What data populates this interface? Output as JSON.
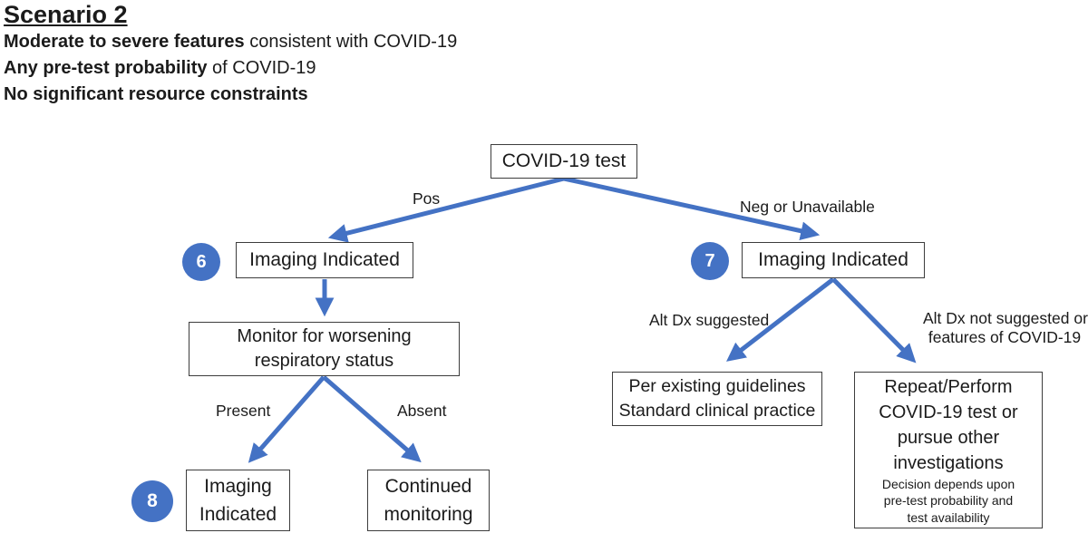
{
  "colors": {
    "accent": "#4472C4"
  },
  "header": {
    "title": "Scenario 2",
    "lines": [
      {
        "bold": "Moderate to severe features",
        "rest": " consistent with COVID-19"
      },
      {
        "bold": "Any pre-test probability",
        "rest": " of COVID-19"
      },
      {
        "bold": "No significant resource constraints",
        "rest": ""
      }
    ]
  },
  "nodes": {
    "covid_test": {
      "label": "COVID-19 test"
    },
    "imaging_left": {
      "badge": "6",
      "label": "Imaging Indicated"
    },
    "monitor": {
      "line1": "Monitor for worsening",
      "line2": "respiratory status"
    },
    "imaging_bottom": {
      "badge": "8",
      "line1": "Imaging",
      "line2": "Indicated"
    },
    "continued": {
      "line1": "Continued",
      "line2": "monitoring"
    },
    "imaging_right": {
      "badge": "7",
      "label": "Imaging Indicated"
    },
    "guidelines": {
      "line1": "Per existing guidelines",
      "line2": "Standard clinical practice"
    },
    "repeat": {
      "line1": "Repeat/Perform",
      "line2": "COVID-19 test or",
      "line3": "pursue other",
      "line4": "investigations",
      "note1": "Decision depends upon",
      "note2": "pre-test probability and",
      "note3": "test availability"
    }
  },
  "edge_labels": {
    "pos": "Pos",
    "neg": "Neg or Unavailable",
    "present": "Present",
    "absent": "Absent",
    "alt_dx": "Alt Dx suggested",
    "alt_dx_not_line1": "Alt Dx not suggested or",
    "alt_dx_not_line2": "features of COVID-19"
  }
}
